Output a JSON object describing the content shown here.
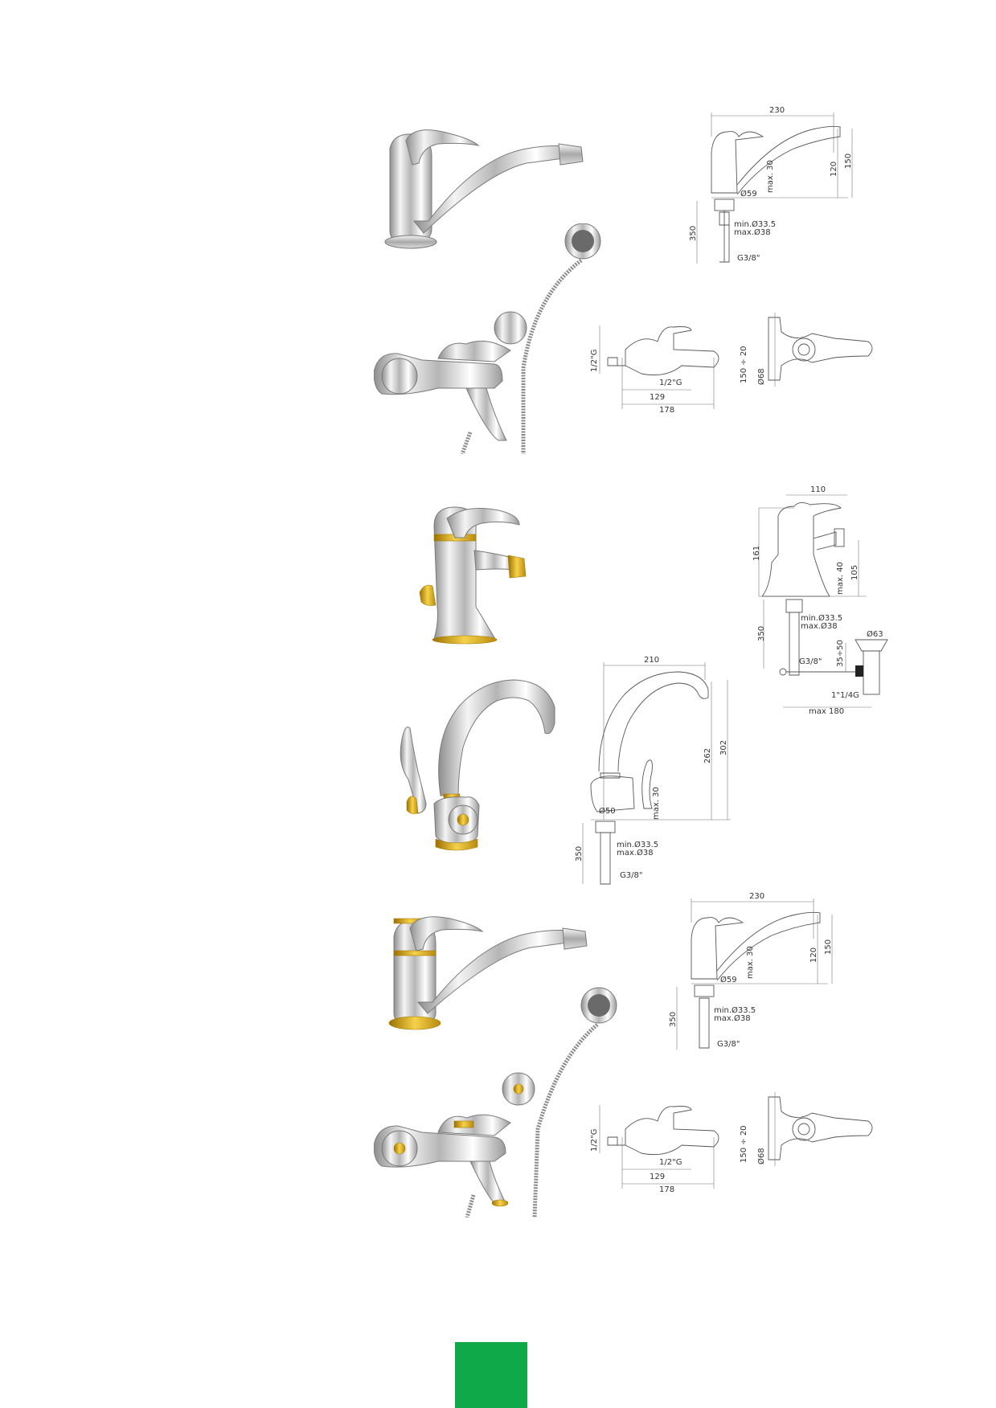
{
  "colors": {
    "footer_tab": "#10a94a",
    "chrome": "#c9c9c9",
    "gold": "#d9a514"
  },
  "products": [
    {
      "id": "sink-mixer-chrome",
      "dims": {
        "width": "230",
        "height_a": "120",
        "height_b": "150",
        "max": "max. 30",
        "diameter": "Ø59",
        "min_hole": "min.Ø33.5",
        "max_hole": "max.Ø38",
        "hose": "350",
        "thread": "G3/8\""
      }
    },
    {
      "id": "bath-mixer-chrome",
      "dims": {
        "inlet": "1/2\"G",
        "outlet": "1/2\"G",
        "d1": "129",
        "d2": "178",
        "center": "150 ÷ 20",
        "rosette": "Ø68"
      }
    },
    {
      "id": "bidet-mixer-gold",
      "dims": {
        "width": "110",
        "height_a": "161",
        "height_b": "105",
        "max": "max. 40",
        "min_hole": "min.Ø33.5",
        "max_hole": "max.Ø38",
        "hose": "350",
        "thread": "G3/8\"",
        "waste_d": "Ø63",
        "waste_h": "35÷50",
        "waste_thread": "1\"1/4G",
        "waste_len": "max 180"
      }
    },
    {
      "id": "basin-mixer-high-spout-gold",
      "dims": {
        "width": "210",
        "height_a": "262",
        "height_b": "302",
        "max": "max. 30",
        "diameter": "Ø50",
        "min_hole": "min.Ø33.5",
        "max_hole": "max.Ø38",
        "hose": "350",
        "thread": "G3/8\""
      }
    },
    {
      "id": "sink-mixer-gold",
      "dims": {
        "width": "230",
        "height_a": "120",
        "height_b": "150",
        "max": "max. 30",
        "diameter": "Ø59",
        "min_hole": "min.Ø33.5",
        "max_hole": "max.Ø38",
        "hose": "350",
        "thread": "G3/8\""
      }
    },
    {
      "id": "bath-mixer-gold",
      "dims": {
        "inlet": "1/2\"G",
        "outlet": "1/2\"G",
        "d1": "129",
        "d2": "178",
        "center": "150 ÷ 20",
        "rosette": "Ø68"
      }
    }
  ]
}
